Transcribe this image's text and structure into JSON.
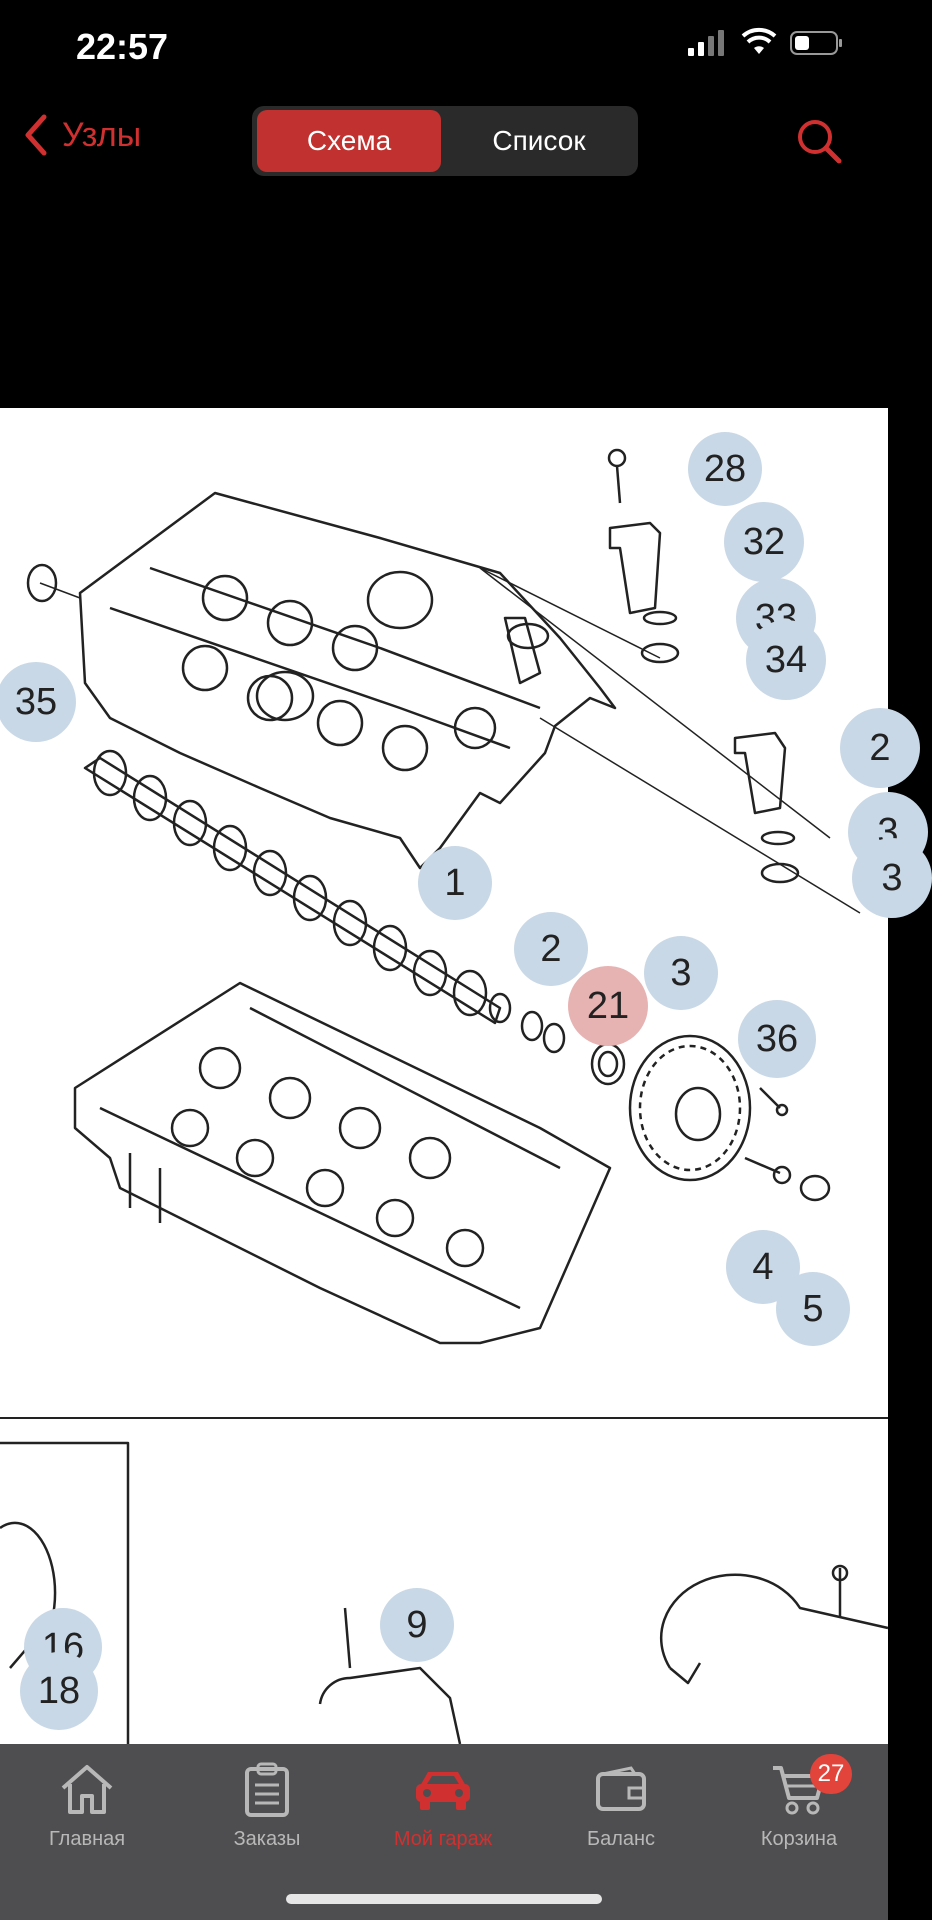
{
  "status": {
    "time": "22:57"
  },
  "nav": {
    "back_label": "Узлы",
    "segments": [
      {
        "label": "Схема",
        "active": true
      },
      {
        "label": "Список",
        "active": false
      }
    ]
  },
  "diagram": {
    "callouts": [
      {
        "label": "28"
      },
      {
        "label": "32"
      },
      {
        "label": "33"
      },
      {
        "label": "34"
      },
      {
        "label": "35"
      },
      {
        "label": "2"
      },
      {
        "label": "3"
      },
      {
        "label": "3"
      },
      {
        "label": "1"
      },
      {
        "label": "2"
      },
      {
        "label": "21",
        "selected": true
      },
      {
        "label": "3"
      },
      {
        "label": "36"
      },
      {
        "label": "4"
      },
      {
        "label": "5"
      },
      {
        "label": "16"
      },
      {
        "label": "18"
      },
      {
        "label": "9"
      }
    ]
  },
  "tabbar": {
    "items": [
      {
        "label": "Главная",
        "icon": "home-icon"
      },
      {
        "label": "Заказы",
        "icon": "clipboard-icon"
      },
      {
        "label": "Мой гараж",
        "icon": "car-icon",
        "active": true
      },
      {
        "label": "Баланс",
        "icon": "wallet-icon"
      },
      {
        "label": "Корзина",
        "icon": "cart-icon",
        "badge": "27"
      }
    ]
  },
  "colors": {
    "accent": "#d0302f",
    "callout": "#c9d8e6",
    "callout_selected": "#e7b2b2",
    "tabbar": "#4e4e50"
  }
}
